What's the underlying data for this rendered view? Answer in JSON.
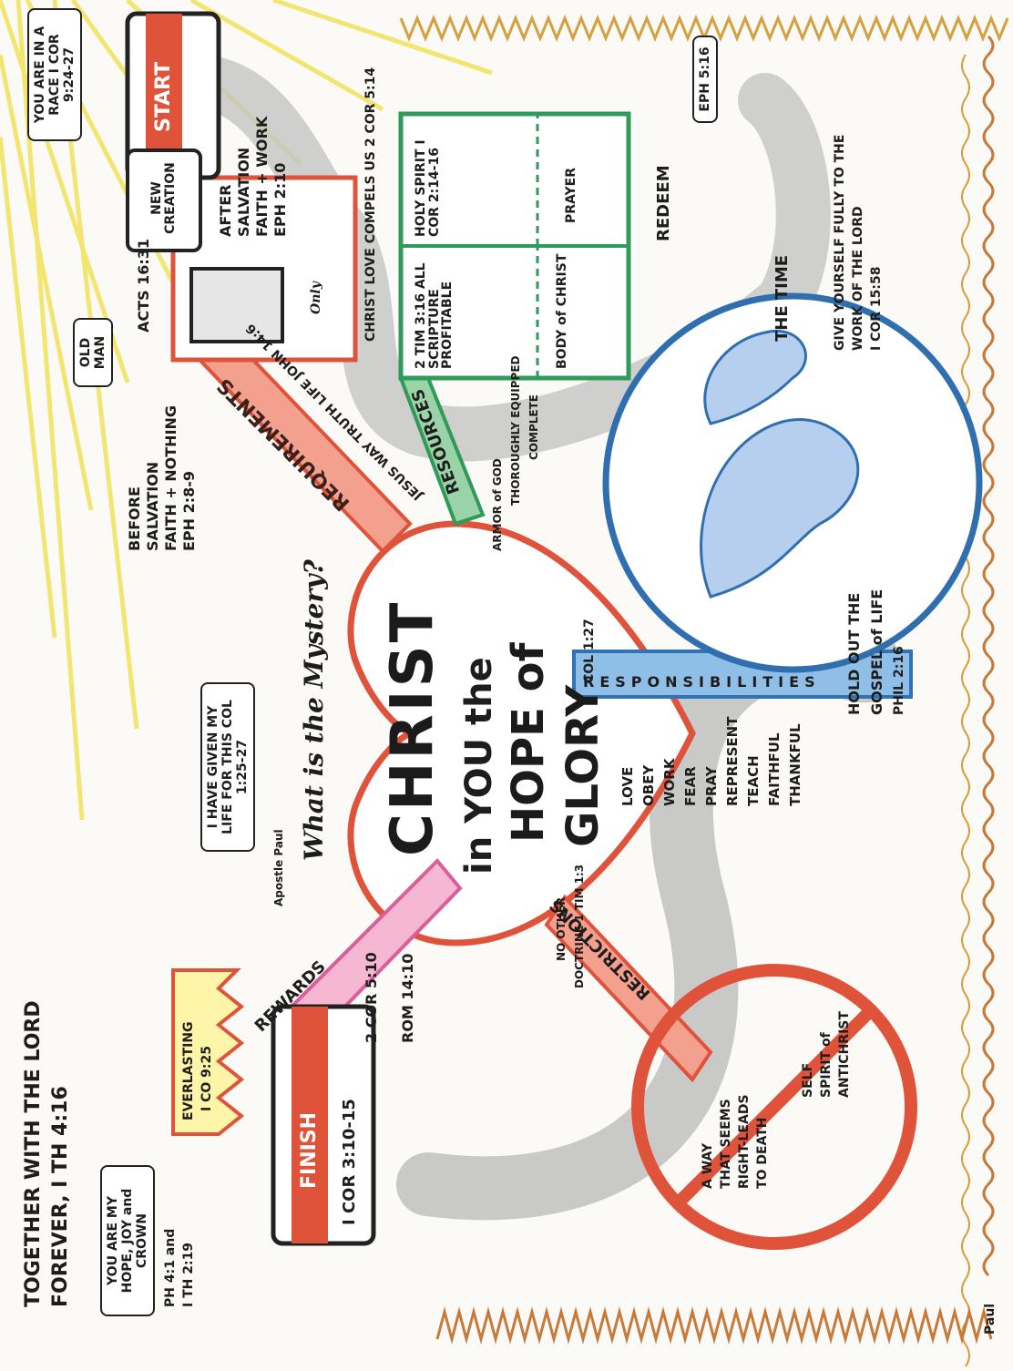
{
  "center": {
    "line1": "CHRIST",
    "line2": "in YOU the",
    "line3": "HOPE of",
    "line4": "GLORY",
    "ref": "COL 1:27"
  },
  "mystery_question": "What is the Mystery?",
  "apostle_quote": "I HAVE GIVEN MY LIFE FOR THIS COL 1:25-27",
  "apostle_label": "Apostle Paul",
  "paul_label": "Paul",
  "together": {
    "line1": "TOGETHER WITH THE LORD",
    "line2": "FOREVER, I TH 4:16"
  },
  "hope_bubble": "YOU ARE MY HOPE, JOY and CROWN",
  "hope_refs": {
    "line1": "PH 4:1 and",
    "line2": "I TH 2:19"
  },
  "crown": {
    "line1": "EVERLASTING",
    "line2": "I CO 9:25"
  },
  "rewards": {
    "label": "REWARDS",
    "ref1": "2 COR 5:10",
    "ref2": "ROM 14:10"
  },
  "finish": {
    "label": "FINISH",
    "ref": "I COR 3:10-15"
  },
  "start": {
    "label": "START"
  },
  "race_bubble": "YOU ARE IN A RACE I COR 9:24-27",
  "new_creation": "NEW CREATION",
  "after_salvation": {
    "line1": "AFTER",
    "line2": "SALVATION",
    "line3": "FAITH + WORK",
    "line4": "EPH 2:10"
  },
  "compels": "CHRIST LOVE COMPELS US 2 COR 5:14",
  "old_man": "OLD MAN",
  "before_salvation": {
    "line1": "BEFORE",
    "line2": "SALVATION",
    "line3": "FAITH + NOTHING",
    "line4": "EPH 2:8-9"
  },
  "acts": "ACTS 16:31",
  "only": "Only",
  "requirements": "REQUIREMENTS",
  "jesus_way": "JESUS WAY TRUTH LIFE JOHN 14:6",
  "resources": "RESOURCES",
  "armor": "ARMOR of GOD",
  "thoroughly": "THOROUGHLY EQUIPPED",
  "complete": "COMPLETE",
  "book": {
    "p1": "2 TIM 3:16 ALL SCRIPTURE PROFITABLE",
    "p2": "HOLY SPIRIT I COR 2:14-16",
    "p3": "BODY of CHRIST",
    "p4": "PRAYER"
  },
  "redeem": "REDEEM",
  "eph": "EPH 5:16",
  "the_time": "THE TIME",
  "give": {
    "line1": "GIVE YOURSELF FULLY TO THE",
    "line2": "WORK OF THE LORD",
    "line3": "I COR 15:58"
  },
  "responsibilities": "RESPONSIBILITIES",
  "resp_list": [
    "LOVE",
    "OBEY",
    "WORK",
    "FEAR",
    "PRAY",
    "REPRESENT",
    "TEACH",
    "FAITHFUL",
    "THANKFUL"
  ],
  "hold_out": {
    "line1": "HOLD OUT THE",
    "line2": "GOSPEL of LIFE",
    "line3": "PHIL 2:16"
  },
  "restrictions": "RESTRICTIONS",
  "no_other": {
    "line1": "NO OTHER",
    "line2": "DOCTRINE 1 TIM 1:3"
  },
  "no_sign": {
    "a1": "A WAY",
    "a2": "THAT SEEMS",
    "a3": "RIGHT-LEADS",
    "a4": "TO DEATH",
    "b1": "SELF",
    "b2": "SPIRIT of",
    "b3": "ANTICHRIST"
  },
  "colors": {
    "heart": "#e0533b",
    "responsibilities": "#2f73b4",
    "resources": "#2f9a5a",
    "rewards": "#d95f9a",
    "road": "#a9a9a9",
    "globe": "#2f6fb0"
  }
}
